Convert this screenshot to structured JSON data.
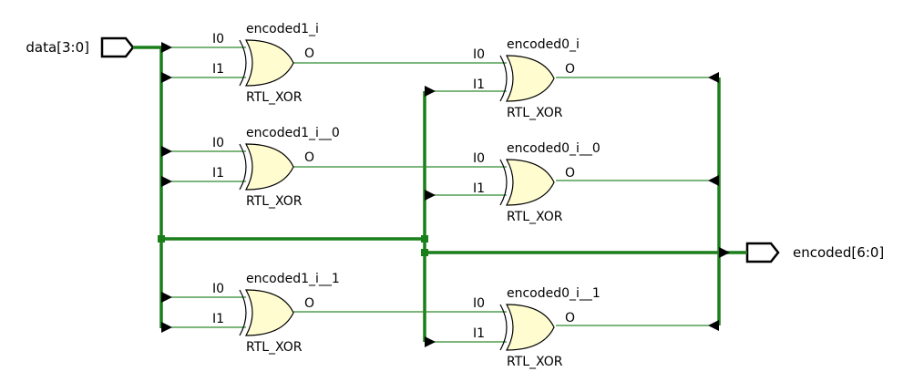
{
  "colors": {
    "bus": "#1a7f1a",
    "net": "#2e8b2e",
    "gate_fill": "#fffdd0",
    "gate_stroke": "#000000",
    "background": "#ffffff"
  },
  "ports": {
    "input": {
      "name": "data[3:0]"
    },
    "output": {
      "name": "encoded[6:0]"
    }
  },
  "gates": [
    {
      "instance": "encoded1_i",
      "type": "RTL_XOR",
      "in0": "I0",
      "in1": "I1",
      "out": "O"
    },
    {
      "instance": "encoded1_i__0",
      "type": "RTL_XOR",
      "in0": "I0",
      "in1": "I1",
      "out": "O"
    },
    {
      "instance": "encoded1_i__1",
      "type": "RTL_XOR",
      "in0": "I0",
      "in1": "I1",
      "out": "O"
    },
    {
      "instance": "encoded0_i",
      "type": "RTL_XOR",
      "in0": "I0",
      "in1": "I1",
      "out": "O"
    },
    {
      "instance": "encoded0_i__0",
      "type": "RTL_XOR",
      "in0": "I0",
      "in1": "I1",
      "out": "O"
    },
    {
      "instance": "encoded0_i__1",
      "type": "RTL_XOR",
      "in0": "I0",
      "in1": "I1",
      "out": "O"
    }
  ]
}
